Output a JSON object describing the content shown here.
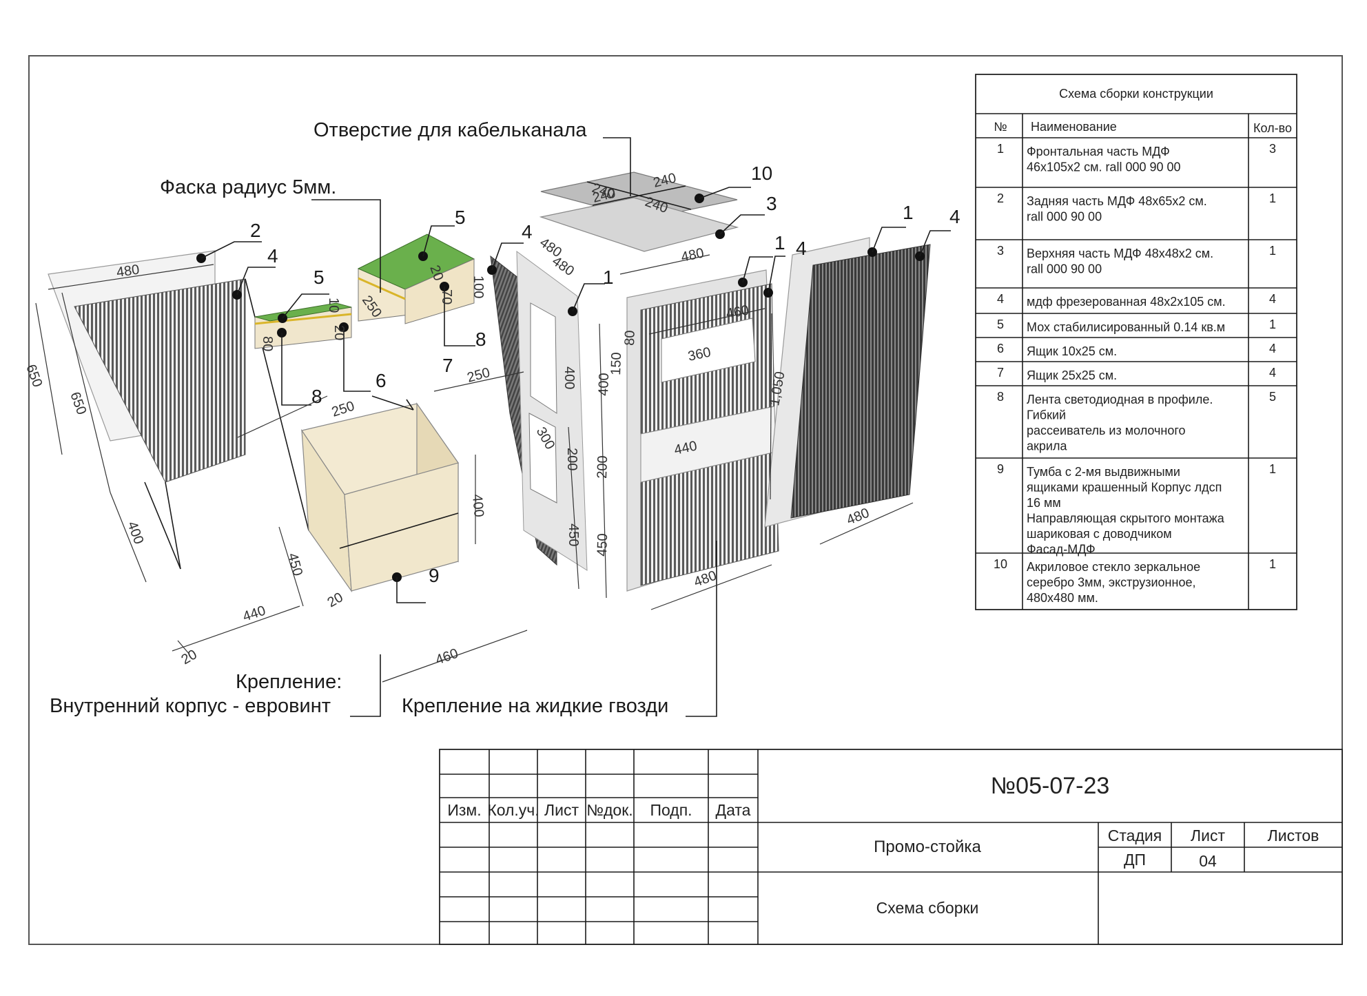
{
  "callouts": {
    "cable_hole": "Отверстие для кабельканала",
    "chamfer": "Фаска радиус 5мм.",
    "fastening_title": "Крепление:",
    "fastening_inner": "Внутренний корпус - евровинт",
    "fastening_nails": "Крепление на жидкие гвозди"
  },
  "part_numbers": {
    "n1a": "1",
    "n1b": "1",
    "n1c": "1",
    "n2": "2",
    "n3": "3",
    "n4a": "4",
    "n4b": "4",
    "n4c": "4",
    "n4d": "4",
    "n5a": "5",
    "n5b": "5",
    "n6": "6",
    "n7": "7",
    "n8a": "8",
    "n8b": "8",
    "n9": "9",
    "n10": "10"
  },
  "dimensions": {
    "d480_left_top": "480",
    "d650_a": "650",
    "d650_b": "650",
    "d400_left": "400",
    "d250_a": "250",
    "d250_b": "250",
    "d250_c": "250",
    "d20_a": "20",
    "d100": "100",
    "d70": "70",
    "d10": "10",
    "d80": "80",
    "d20_b": "20",
    "d240_a": "240",
    "d240_b": "240",
    "d240_c": "240",
    "d240_d": "240",
    "d480_c": "480",
    "d480_d": "480",
    "d480_e": "480",
    "d400_mid": "400",
    "d300": "300",
    "d200_mid": "200",
    "d450_mid": "450",
    "d400_box": "400",
    "d450_box": "450",
    "d440_box": "440",
    "d20_c": "20",
    "d20_d": "20",
    "d460_box": "460",
    "d150": "150",
    "d80_b": "80",
    "d460_front": "460",
    "d360": "360",
    "d400_front": "400",
    "d440_front": "440",
    "d200_front": "200",
    "d450_front": "450",
    "d480_front": "480",
    "d1050": "1,050",
    "d480_right": "480"
  },
  "bom": {
    "title": "Схема сборки конструкции",
    "headers": {
      "num": "№",
      "name": "Наименование",
      "qty": "Кол-во"
    },
    "rows": [
      {
        "num": "1",
        "lines": [
          "Фронтальная часть МДФ",
          "46x105x2 см.  rall 000 90 00"
        ],
        "qty": "3"
      },
      {
        "num": "2",
        "lines": [
          "Задняя часть МДФ 48х65х2 см.",
          "rall 000 90 00"
        ],
        "qty": "1"
      },
      {
        "num": "3",
        "lines": [
          "Верхняя часть МДФ 48х48х2 см.",
          "rall 000 90 00"
        ],
        "qty": "1"
      },
      {
        "num": "4",
        "lines": [
          "мдф фрезерованная 48х2х105 см."
        ],
        "qty": "4"
      },
      {
        "num": "5",
        "lines": [
          "Мох стабилисированный 0.14 кв.м"
        ],
        "qty": "1"
      },
      {
        "num": "6",
        "lines": [
          "Ящик 10x25 см."
        ],
        "qty": "4"
      },
      {
        "num": "7",
        "lines": [
          "Ящик 25x25 см."
        ],
        "qty": "4"
      },
      {
        "num": "8",
        "lines": [
          "Лента светодиодная в профиле.",
          "Гибкий",
          "рассеиватель из молочного",
          "акрила"
        ],
        "qty": "5"
      },
      {
        "num": "9",
        "lines": [
          "Тумба с 2-мя выдвижными",
          "ящиками крашенный  Корпус лдсп",
          "16 мм",
          "Направляющая скрытого монтажа",
          "шариковая с доводчиком",
          "Фасад-МДФ"
        ],
        "qty": "1"
      },
      {
        "num": "10",
        "lines": [
          "Акриловое стекло зеркальное",
          "серебро 3мм, экструзионное,",
          "480х480 мм."
        ],
        "qty": "1"
      }
    ]
  },
  "title_block": {
    "headers": [
      "Изм.",
      "Кол.уч.",
      "Лист",
      "№док.",
      "Подп.",
      "Дата"
    ],
    "doc_number": "№05-07-23",
    "product": "Промо-стойка",
    "sheet_name": "Схема сборки",
    "stage_label": "Стадия",
    "sheet_label": "Лист",
    "sheets_label": "Листов",
    "stage_value": "ДП",
    "sheet_value": "04",
    "sheets_value": ""
  },
  "colors": {
    "moss": "#6ab04c",
    "wood": "#efe4c8",
    "panel_light": "#e8e8e8",
    "panel_dark": "#4a4a4a",
    "mirror": "#bdbdbd"
  }
}
